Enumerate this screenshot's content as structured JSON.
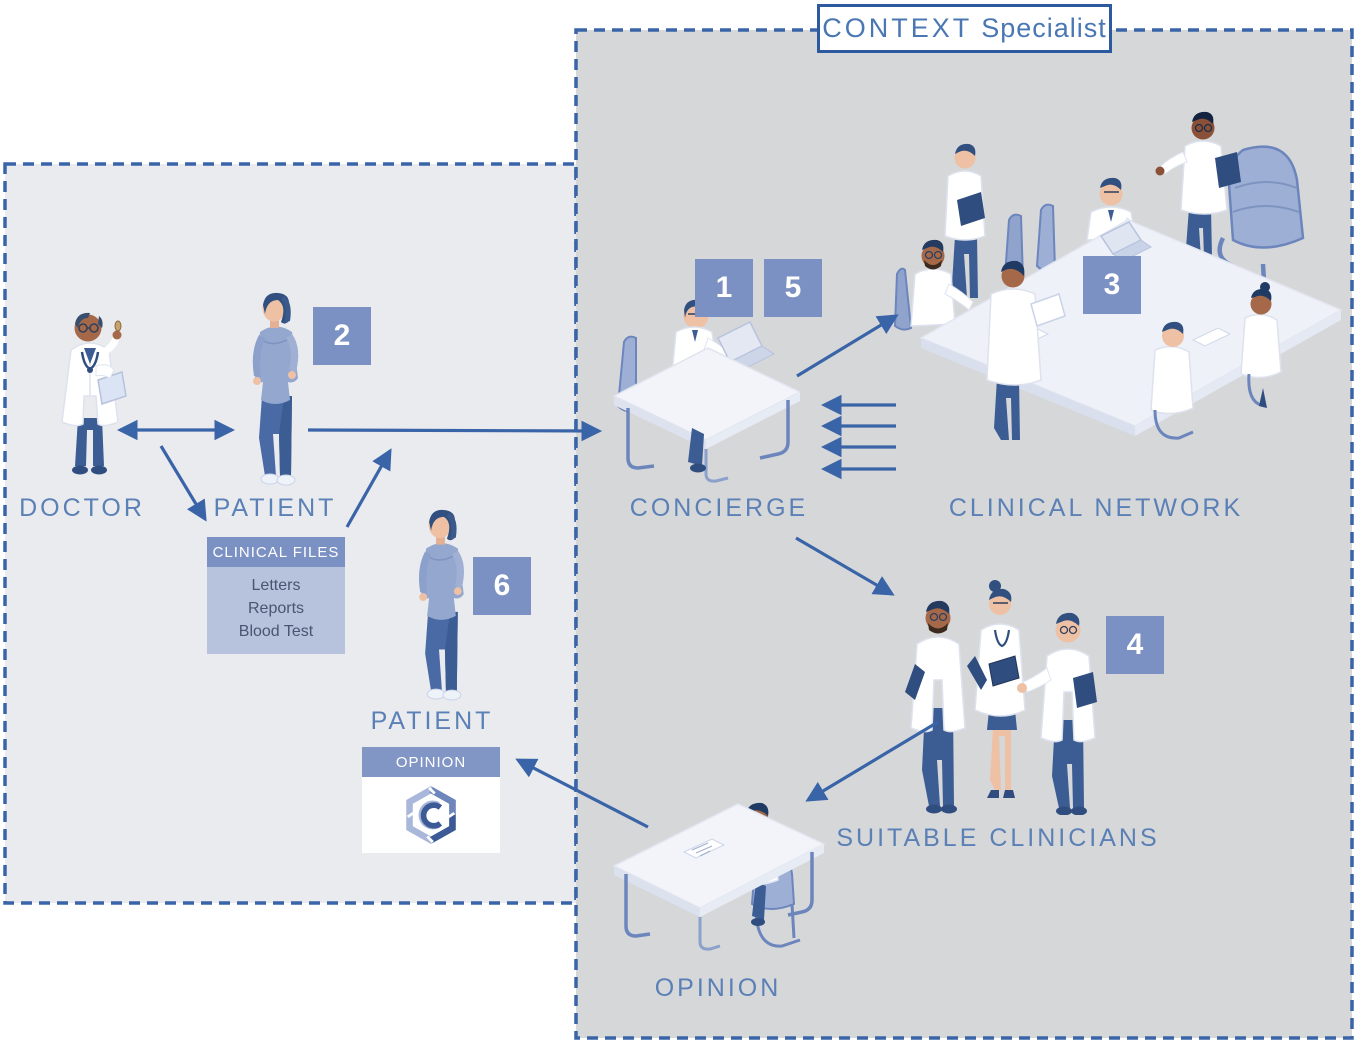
{
  "title_box": {
    "brand": "CONTEXT",
    "product": "Specialist"
  },
  "labels": {
    "doctor": "DOCTOR",
    "patient_top": "PATIENT",
    "patient_bottom": "PATIENT",
    "concierge": "CONCIERGE",
    "clinical_network": "CLINICAL NETWORK",
    "suitable_clinicians": "SUITABLE CLINICIANS",
    "opinion_desk": "OPINION"
  },
  "badges": {
    "b1": "1",
    "b2": "2",
    "b3": "3",
    "b4": "4",
    "b5": "5",
    "b6": "6"
  },
  "clinical_files_box": {
    "header": "CLINICAL FILES",
    "items": [
      "Letters",
      "Reports",
      "Blood Test"
    ]
  },
  "opinion_result_box": {
    "header": "OPINION",
    "logo": "context-cube-logo"
  },
  "colors": {
    "border_blue": "#3a64a8",
    "arrow_blue": "#3a64a8",
    "badge_bg": "#7b90c3",
    "label_text": "#5b80b6",
    "left_panel_bg": "#eaebee",
    "right_panel_bg": "#d6d7d9",
    "files_header_bg": "#7b90c3",
    "files_body_bg": "#b7c2dd",
    "title_text": "#4a77b3"
  }
}
